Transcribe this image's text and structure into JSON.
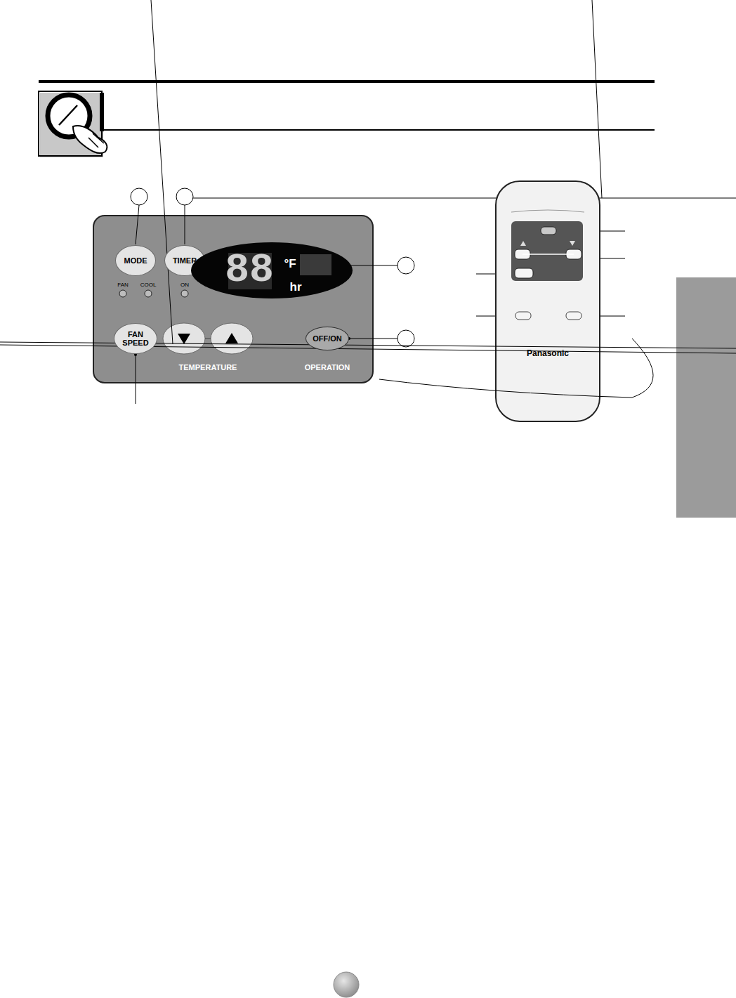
{
  "diagram": {
    "nodes": [
      {
        "text": [
          "MODE"
        ]
      },
      {
        "text": [
          "TIMER"
        ]
      },
      {
        "text": [
          "88",
          "°F",
          "hr"
        ]
      },
      {
        "text": [
          "FAN SPEED"
        ]
      },
      {
        "text": [
          "OFF/ON"
        ]
      }
    ],
    "labels": [
      "FAN",
      "COOL",
      "ON",
      "TEMPERATURE",
      "OPERATION",
      "Panasonic"
    ]
  }
}
